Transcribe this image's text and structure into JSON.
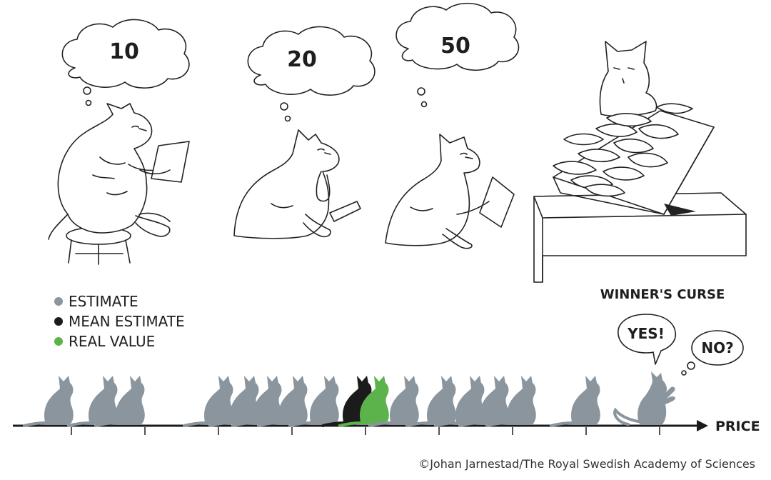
{
  "thoughts": [
    {
      "value": "10"
    },
    {
      "value": "20"
    },
    {
      "value": "50"
    }
  ],
  "legend": {
    "estimate": {
      "label": "ESTIMATE",
      "color": "#8b959d"
    },
    "mean": {
      "label": "MEAN ESTIMATE",
      "color": "#1b1b1b"
    },
    "real": {
      "label": "REAL VALUE",
      "color": "#5db34b"
    }
  },
  "winners_curse": {
    "title": "WINNER'S CURSE",
    "yes": "YES!",
    "no": "NO?"
  },
  "axis": {
    "label": "PRICE"
  },
  "credit": "©Johan Jarnestad/The Royal Swedish Academy of Sciences",
  "colors": {
    "estimate_cat": "#8b959d",
    "mean_cat": "#1b1b1b",
    "real_cat": "#5db34b",
    "line": "#222222"
  }
}
